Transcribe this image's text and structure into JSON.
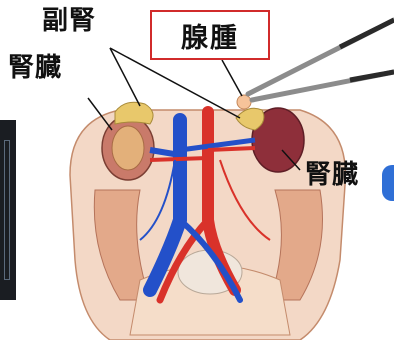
{
  "labels": {
    "adrenal": "副腎",
    "kidney_left": "腎臓",
    "kidney_right": "腎臓",
    "tumor": "腺腫"
  },
  "colors": {
    "title_border": "#d12b2b",
    "kidney": "#8e2f3a",
    "aorta": "#d9322a",
    "vena_cava": "#2350c9",
    "adrenal": "#e8c86b",
    "muscle": "#e3a98a"
  }
}
